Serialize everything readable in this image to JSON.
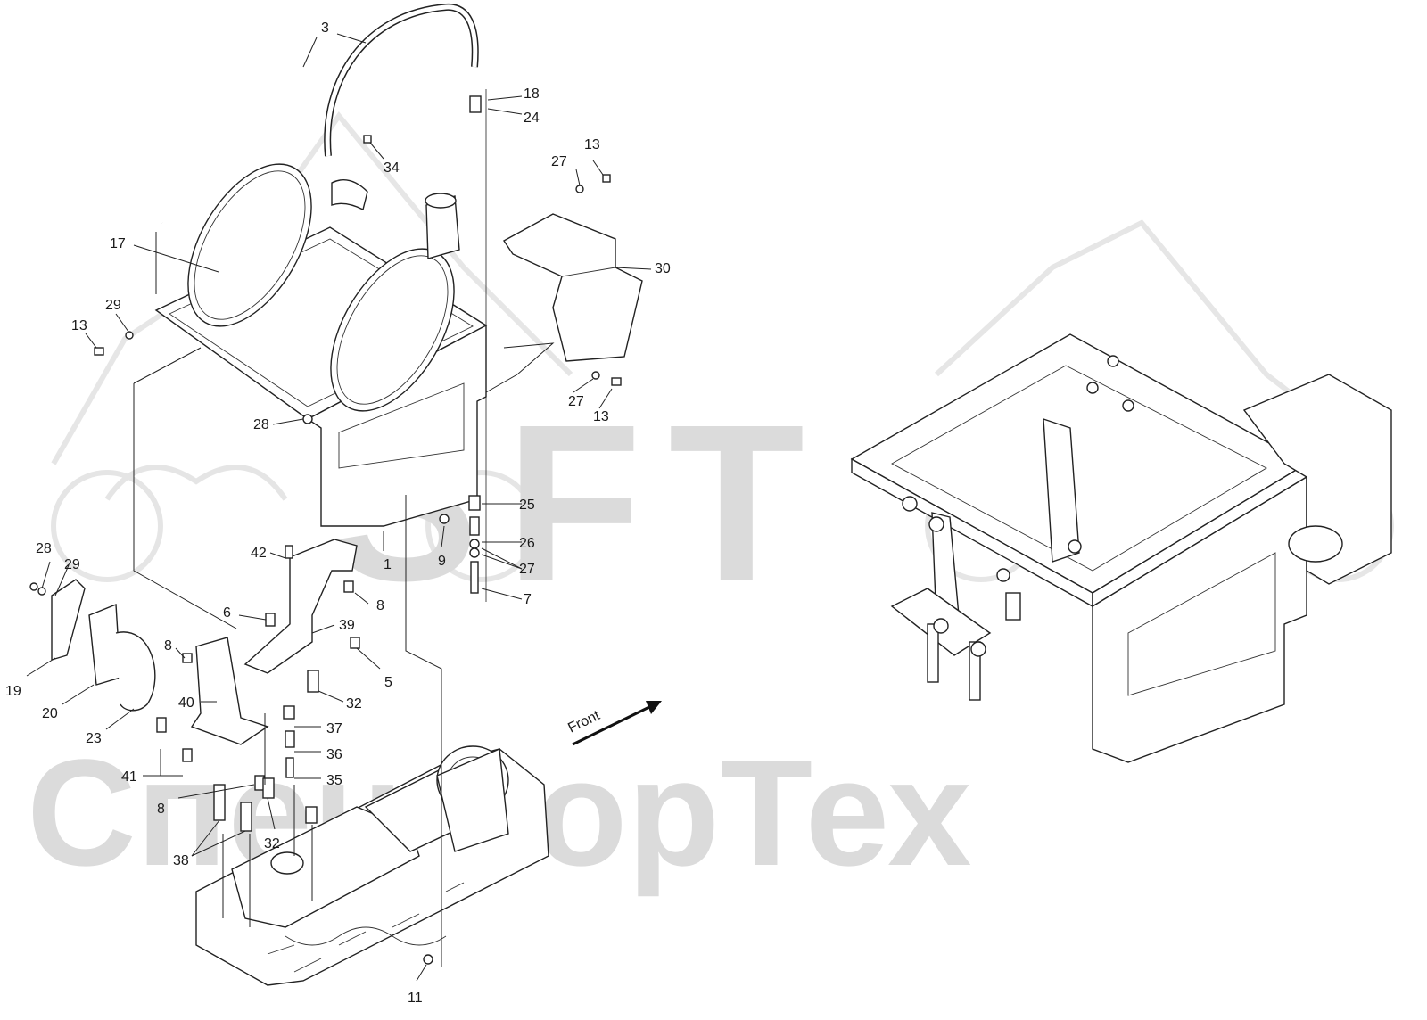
{
  "watermark": {
    "logo_text": "SFT",
    "company_text": "СпецФорТех"
  },
  "front_indicator": {
    "label": "Front"
  },
  "callouts": [
    {
      "id": "c3",
      "text": "3"
    },
    {
      "id": "c18",
      "text": "18"
    },
    {
      "id": "c24",
      "text": "24"
    },
    {
      "id": "c34",
      "text": "34"
    },
    {
      "id": "c13a",
      "text": "13"
    },
    {
      "id": "c27a",
      "text": "27"
    },
    {
      "id": "c17",
      "text": "17"
    },
    {
      "id": "c30",
      "text": "30"
    },
    {
      "id": "c29a",
      "text": "29"
    },
    {
      "id": "c13b",
      "text": "13"
    },
    {
      "id": "c27b",
      "text": "27"
    },
    {
      "id": "c13c",
      "text": "13"
    },
    {
      "id": "c28a",
      "text": "28"
    },
    {
      "id": "c25",
      "text": "25"
    },
    {
      "id": "c26",
      "text": "26"
    },
    {
      "id": "c27c",
      "text": "27"
    },
    {
      "id": "c7",
      "text": "7"
    },
    {
      "id": "c1",
      "text": "1"
    },
    {
      "id": "c9",
      "text": "9"
    },
    {
      "id": "c42",
      "text": "42"
    },
    {
      "id": "c8a",
      "text": "8"
    },
    {
      "id": "c28b",
      "text": "28"
    },
    {
      "id": "c29b",
      "text": "29"
    },
    {
      "id": "c6",
      "text": "6"
    },
    {
      "id": "c39",
      "text": "39"
    },
    {
      "id": "c8b",
      "text": "8"
    },
    {
      "id": "c5",
      "text": "5"
    },
    {
      "id": "c40",
      "text": "40"
    },
    {
      "id": "c19",
      "text": "19"
    },
    {
      "id": "c20",
      "text": "20"
    },
    {
      "id": "c32a",
      "text": "32"
    },
    {
      "id": "c23",
      "text": "23"
    },
    {
      "id": "c37",
      "text": "37"
    },
    {
      "id": "c36",
      "text": "36"
    },
    {
      "id": "c41",
      "text": "41"
    },
    {
      "id": "c35",
      "text": "35"
    },
    {
      "id": "c8c",
      "text": "8"
    },
    {
      "id": "c32b",
      "text": "32"
    },
    {
      "id": "c38",
      "text": "38"
    },
    {
      "id": "c11",
      "text": "11"
    }
  ]
}
